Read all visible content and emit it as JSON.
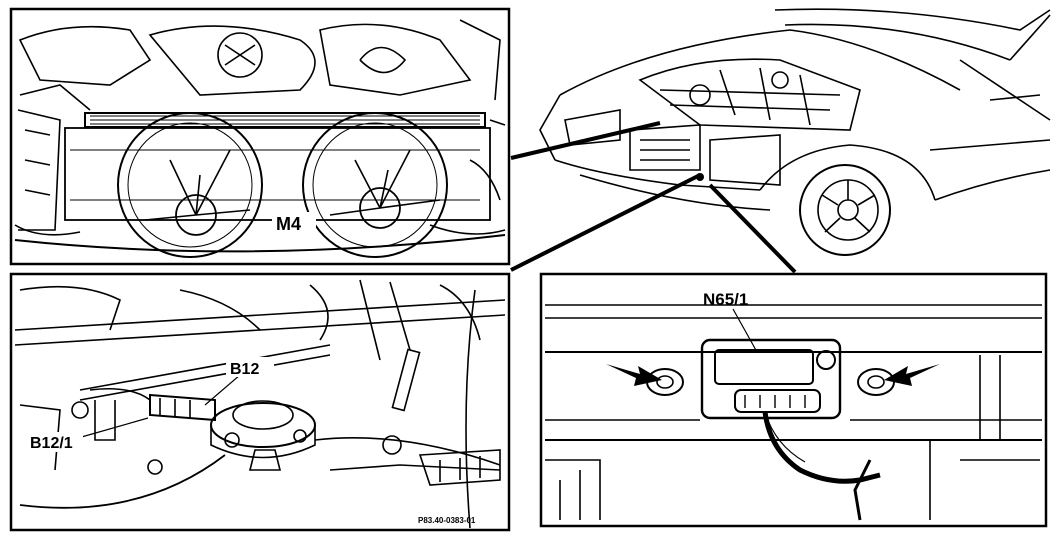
{
  "labels": {
    "m4": "M4",
    "b12": "B12",
    "b12_1": "B12/1",
    "n65_1": "N65/1",
    "figure_code": "P83.40-0383-01"
  }
}
